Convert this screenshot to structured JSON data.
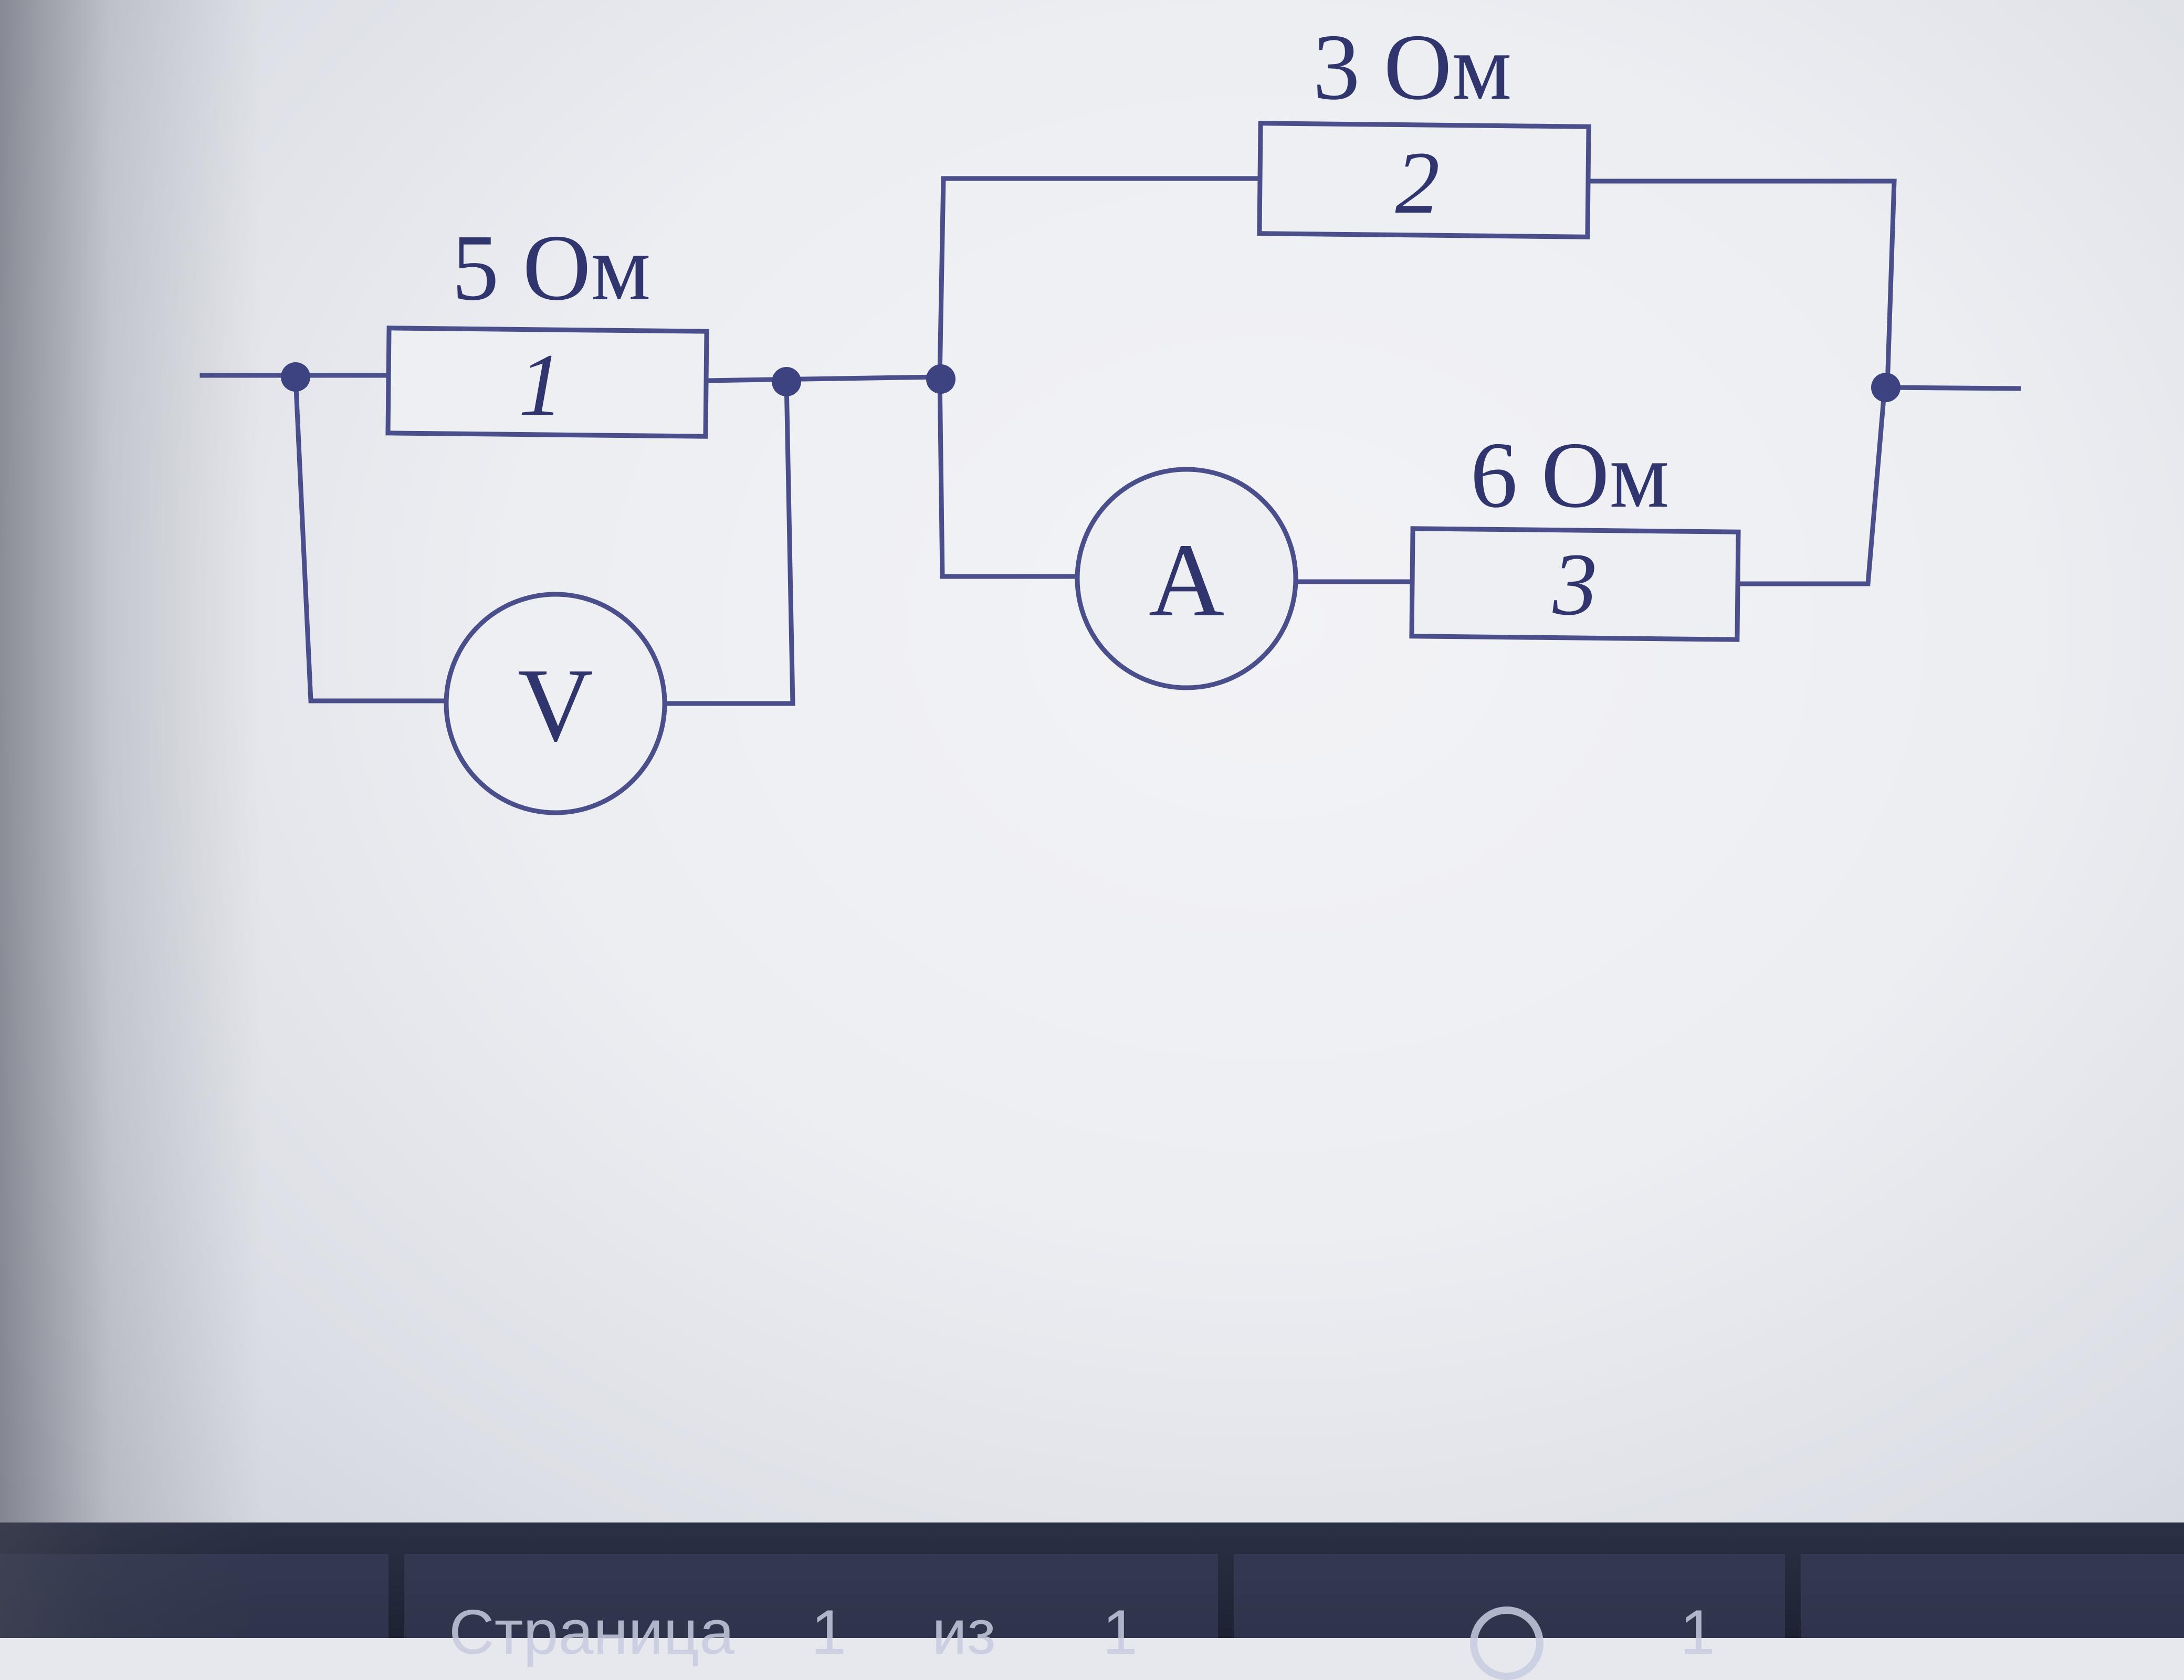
{
  "diagram": {
    "resistors": [
      {
        "number": "1",
        "label": "5 Ом"
      },
      {
        "number": "2",
        "label": "3 Ом"
      },
      {
        "number": "3",
        "label": "6 Ом"
      }
    ],
    "meters": {
      "voltmeter": "V",
      "ammeter": "A"
    }
  },
  "statusbar": {
    "page_label": "Страница",
    "page_num": "1",
    "of_label": "из",
    "page_total": "1",
    "zoom_value": "1"
  },
  "colors": {
    "ink": "#4a4f8c",
    "paper": "#eeeff3",
    "taskbar": "#1d2233"
  },
  "icons": [
    "zoom-icon"
  ]
}
